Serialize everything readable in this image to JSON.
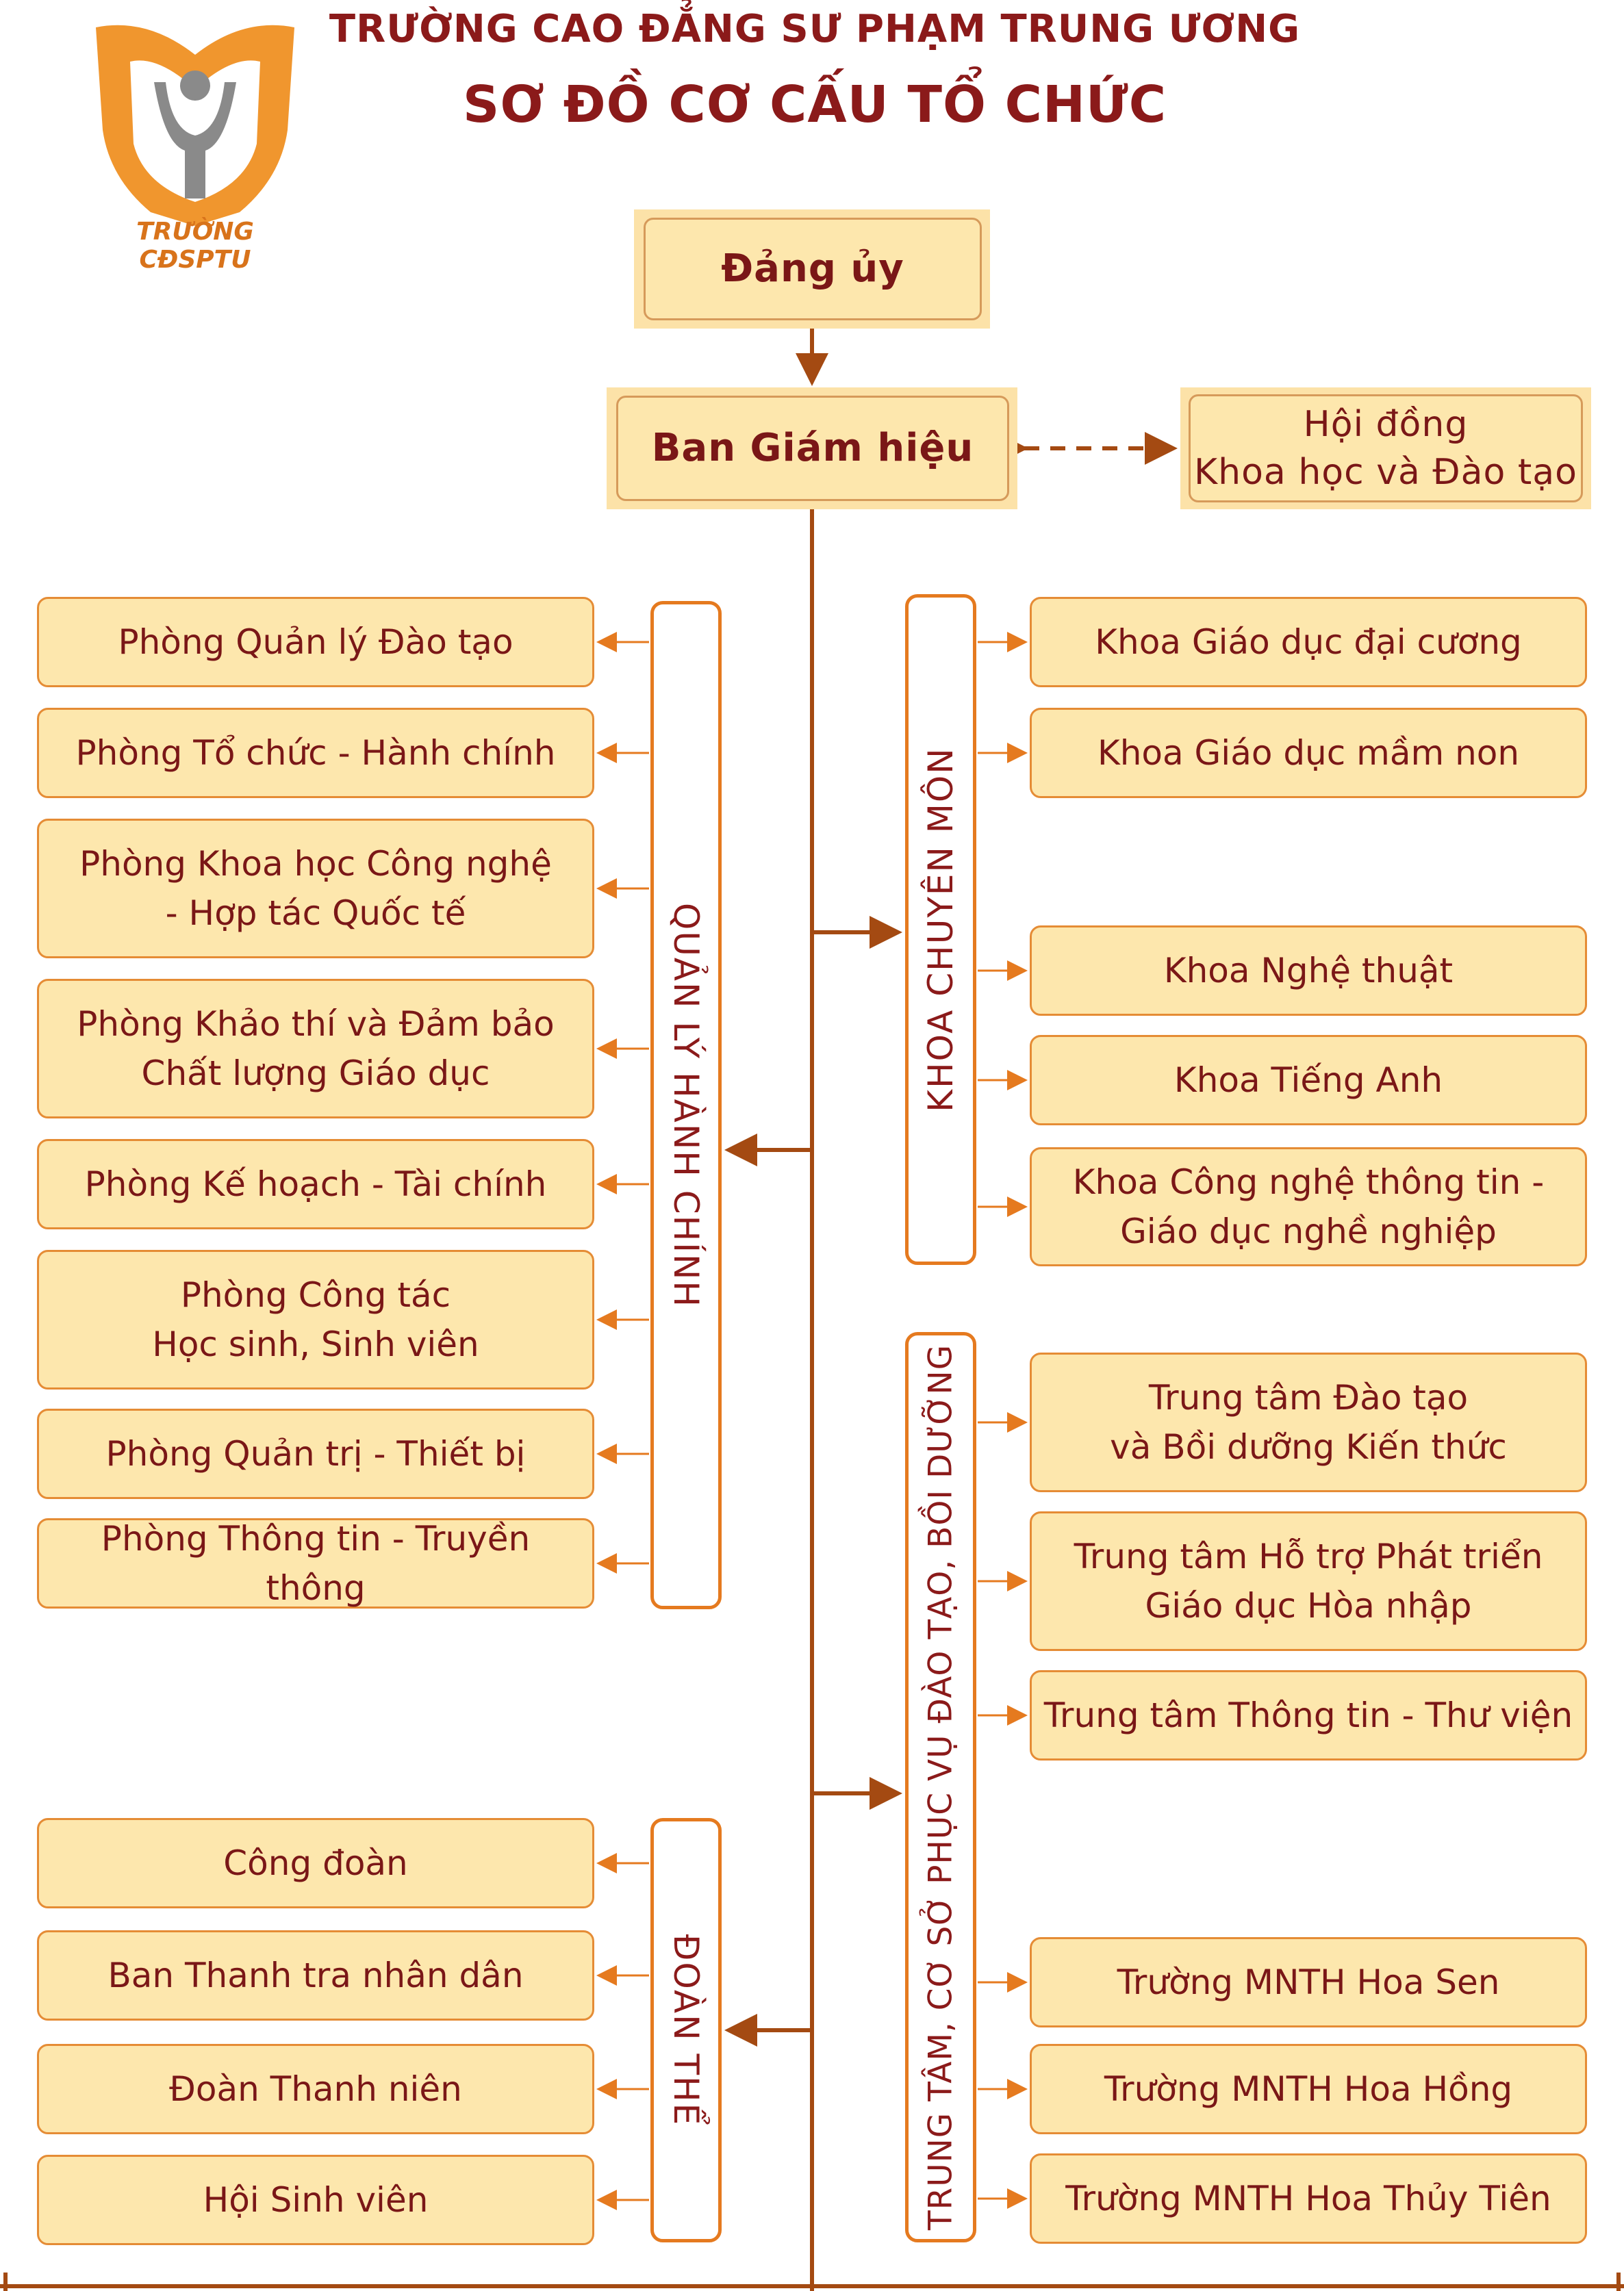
{
  "header": {
    "school_name": "TRƯỜNG CAO ĐẲNG SƯ PHẠM TRUNG ƯƠNG",
    "chart_title": "SƠ ĐỒ CƠ CẤU TỔ CHỨC",
    "logo_text": "TRƯỜNG CĐSPTU"
  },
  "top": {
    "party": "Đảng ủy",
    "board": "Ban Giám hiệu",
    "council": "Hội đồng\nKhoa học và Đào tạo"
  },
  "groups": {
    "admin": {
      "label": "QUẢN LÝ HÀNH CHÍNH",
      "items": [
        "Phòng Quản lý Đào tạo",
        "Phòng Tổ chức - Hành chính",
        "Phòng Khoa học Công nghệ\n- Hợp tác Quốc tế",
        "Phòng Khảo thí và Đảm bảo\nChất lượng Giáo dục",
        "Phòng Kế hoạch - Tài chính",
        "Phòng Công tác\nHọc sinh, Sinh viên",
        "Phòng Quản trị - Thiết bị",
        "Phòng Thông tin - Truyền thông"
      ]
    },
    "unions": {
      "label": "ĐOÀN THỂ",
      "items": [
        "Công đoàn",
        "Ban Thanh tra nhân dân",
        "Đoàn Thanh niên",
        "Hội Sinh viên"
      ]
    },
    "faculties": {
      "label": "KHOA CHUYÊN MÔN",
      "items": [
        "Khoa Giáo dục đại cương",
        "Khoa Giáo dục mầm non",
        "Khoa Nghệ thuật",
        "Khoa Tiếng Anh",
        "Khoa Công nghệ thông tin -\nGiáo dục nghề nghiệp"
      ]
    },
    "centers": {
      "label": "TRUNG TÂM, CƠ SỞ PHỤC VỤ ĐÀO TẠO, BỒI DƯỠNG",
      "items": [
        "Trung tâm Đào tạo\nvà Bồi dưỡng Kiến thức",
        "Trung tâm Hỗ trợ Phát triển\nGiáo dục Hòa nhập",
        "Trung tâm Thông tin - Thư viện",
        "Trường MNTH Hoa Sen",
        "Trường MNTH Hoa Hồng",
        "Trường MNTH Hoa Thủy Tiên"
      ]
    }
  },
  "colors": {
    "box_fill": "#fde7ad",
    "box_border": "#e58c35",
    "text": "#7a1717",
    "line": "#a44a12",
    "band_border": "#e57a1f",
    "logo_orange": "#f0962e",
    "logo_gray": "#8a8a8a"
  }
}
